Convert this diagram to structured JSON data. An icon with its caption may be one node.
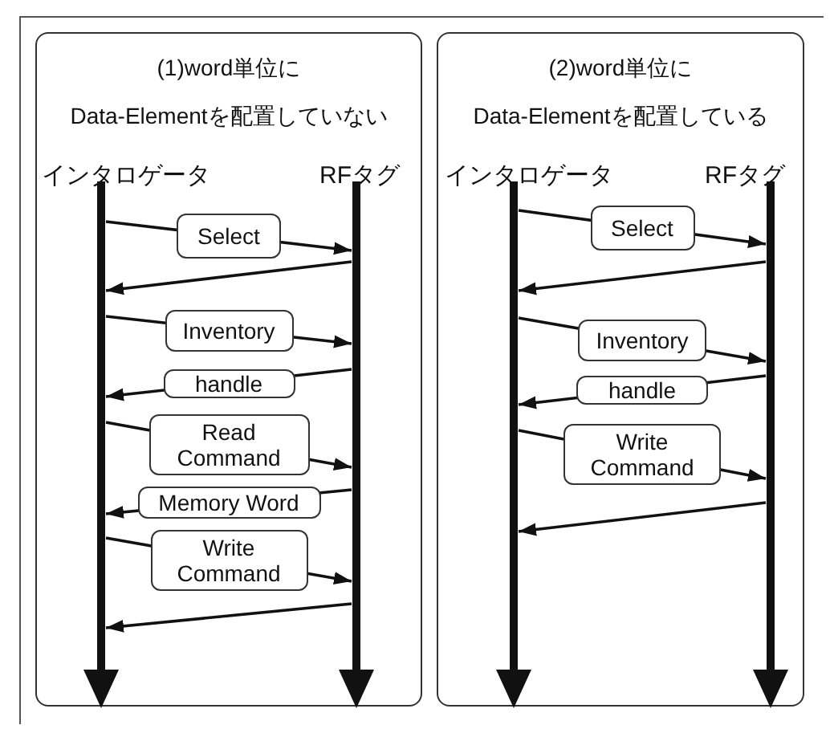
{
  "diagram": {
    "nodes": [
      {
        "text": [
          "(1)word単位にData-Elementを配置していない"
        ]
      },
      {
        "text": [
          "インタロゲータ"
        ],
        "in": 0
      },
      {
        "text": [
          "RFタグ"
        ],
        "in": 0
      },
      {
        "text": [
          "(2)word単位にData-Elementを配置している"
        ]
      },
      {
        "text": [
          "インタロゲータ"
        ],
        "in": 3
      },
      {
        "text": [
          "RFタグ"
        ],
        "in": 3
      }
    ],
    "edges": [
      {
        "from": 1,
        "to": 2,
        "arrow": "to",
        "label": "Select"
      },
      {
        "from": 2,
        "to": 1,
        "arrow": "to"
      },
      {
        "from": 1,
        "to": 2,
        "arrow": "to",
        "label": "Inventory"
      },
      {
        "from": 2,
        "to": 1,
        "arrow": "to",
        "label": "handle"
      },
      {
        "from": 1,
        "to": 2,
        "arrow": "to",
        "label": "Read Command"
      },
      {
        "from": 2,
        "to": 1,
        "arrow": "to",
        "label": "Memory Word"
      },
      {
        "from": 1,
        "to": 2,
        "arrow": "to",
        "label": "Write Command"
      },
      {
        "from": 2,
        "to": 1,
        "arrow": "to"
      },
      {
        "from": 4,
        "to": 5,
        "arrow": "to",
        "label": "Select"
      },
      {
        "from": 5,
        "to": 4,
        "arrow": "to"
      },
      {
        "from": 4,
        "to": 5,
        "arrow": "to",
        "label": "Inventory"
      },
      {
        "from": 5,
        "to": 4,
        "arrow": "to",
        "label": "handle"
      },
      {
        "from": 4,
        "to": 5,
        "arrow": "to",
        "label": "Write Command"
      },
      {
        "from": 5,
        "to": 4,
        "arrow": "to"
      }
    ]
  }
}
